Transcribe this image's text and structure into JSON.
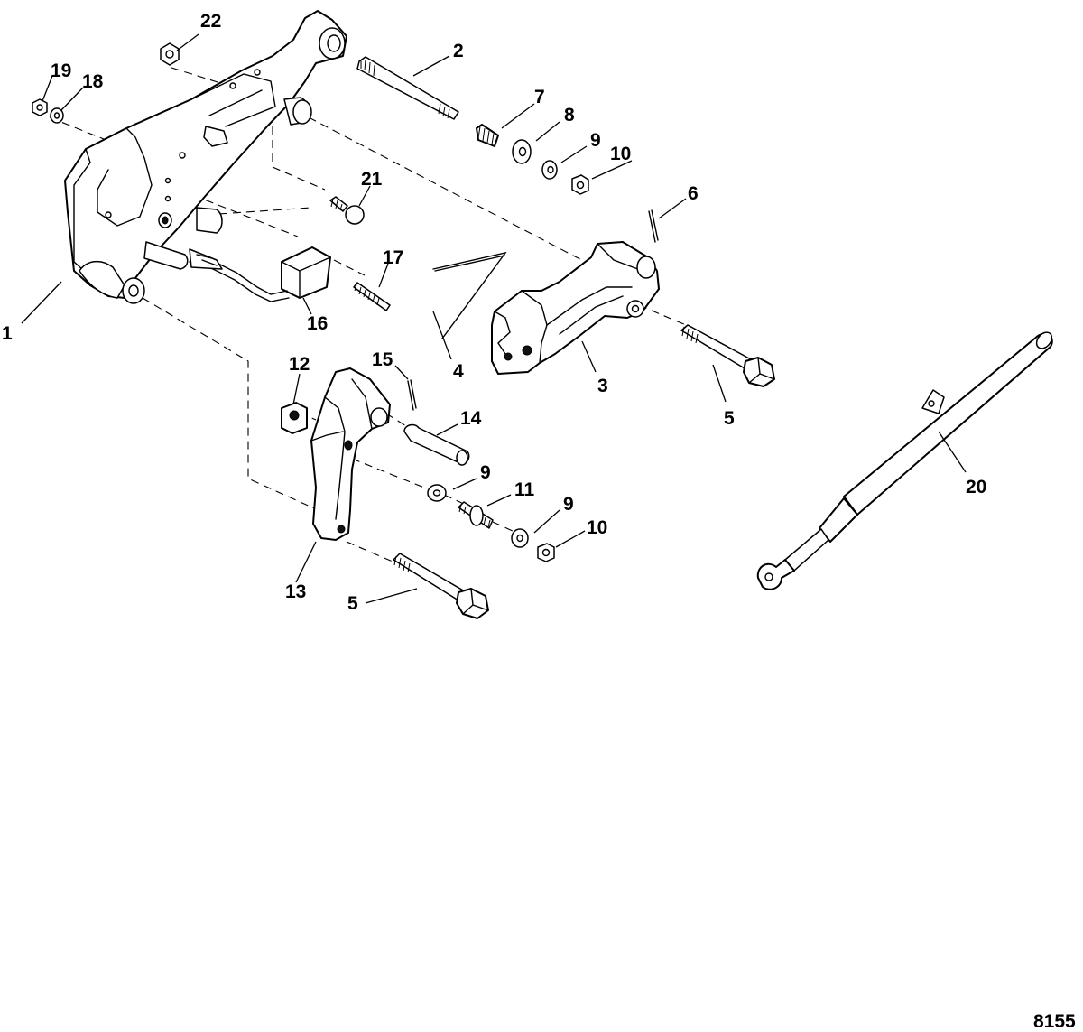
{
  "figure_id": "8155",
  "callouts": {
    "c1": "1",
    "c2": "2",
    "c3": "3",
    "c4": "4",
    "c5a": "5",
    "c5b": "5",
    "c6": "6",
    "c7": "7",
    "c8": "8",
    "c9a": "9",
    "c9b": "9",
    "c9c": "9",
    "c10a": "10",
    "c10b": "10",
    "c11": "11",
    "c12": "12",
    "c13": "13",
    "c14": "14",
    "c15": "15",
    "c16": "16",
    "c17": "17",
    "c18": "18",
    "c19": "19",
    "c20": "20",
    "c21": "21",
    "c22": "22"
  }
}
